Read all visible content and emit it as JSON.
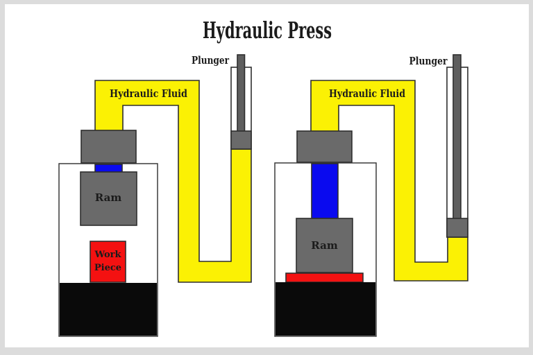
{
  "page": {
    "title": "Hydraulic Press"
  },
  "colors": {
    "frame_bg": "#dcdcdc",
    "page_bg": "#ffffff",
    "fluid": "#fbf104",
    "metal_gray": "#6a6a6a",
    "rod_gray": "#5e5e5e",
    "cylinder_white": "#ffffff",
    "ram_rod_blue": "#0a0aef",
    "workpiece_red": "#f41111",
    "base_black": "#0a0a0a",
    "text": "#1b1b1b"
  },
  "left_press": {
    "plunger_label": "Plunger",
    "fluid_label": "Hydraulic Fluid",
    "ram_label": "Ram",
    "work_piece_line1": "Work",
    "work_piece_line2": "Piece"
  },
  "right_press": {
    "plunger_label": "Plunger",
    "fluid_label": "Hydraulic Fluid",
    "ram_label": "Ram"
  }
}
